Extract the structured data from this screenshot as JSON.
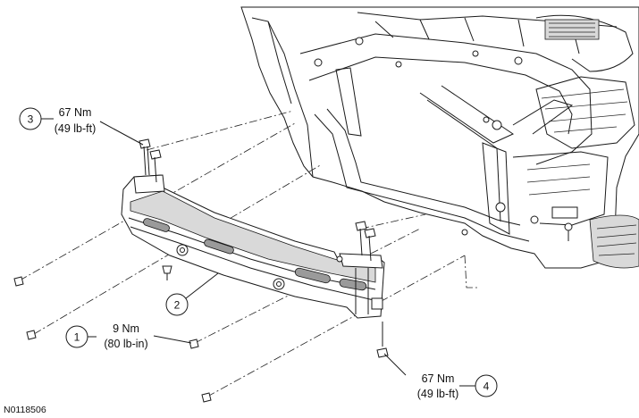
{
  "figure_id": "N0118506",
  "callouts": [
    {
      "number": "3",
      "torque_metric": "67 Nm",
      "torque_imperial": "(49 lb-ft)"
    },
    {
      "number": "2"
    },
    {
      "number": "1",
      "torque_metric": "9 Nm",
      "torque_imperial": "(80 lb-in)"
    },
    {
      "number": "4",
      "torque_metric": "67 Nm",
      "torque_imperial": "(49 lb-ft)"
    }
  ]
}
